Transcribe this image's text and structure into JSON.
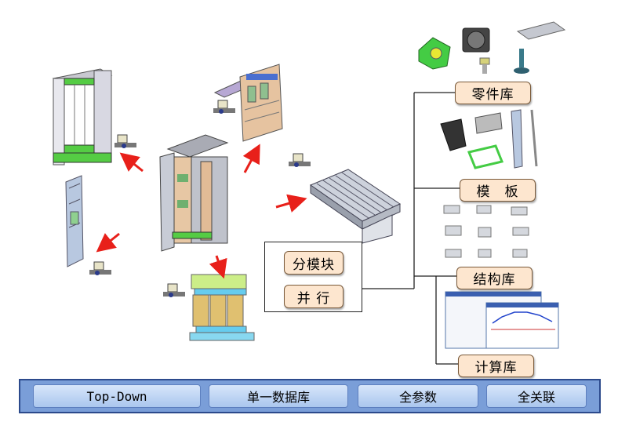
{
  "modules": {
    "split": "分模块",
    "parallel": "并 行"
  },
  "libraries": {
    "parts": "零件库",
    "template": "模　板",
    "structure": "结构库",
    "calculation": "计算库"
  },
  "bottom_bar": {
    "items": [
      "Top-Down",
      "单一数据库",
      "全参数",
      "全关联"
    ]
  },
  "colors": {
    "accent_arrow": "#e8201a",
    "bar": "#7a9ed8",
    "label_fill": "#fde6cf"
  }
}
